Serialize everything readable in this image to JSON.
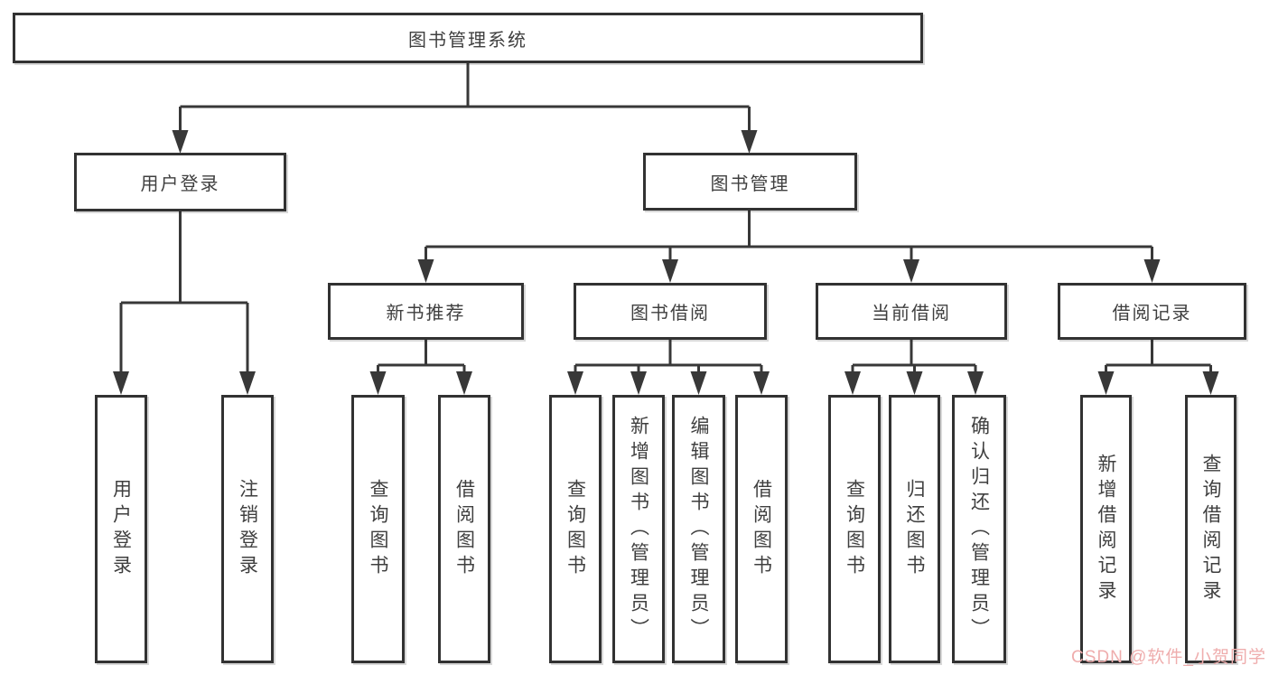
{
  "diagram": {
    "root": {
      "label": "图书管理系统"
    },
    "level2": {
      "user": {
        "label": "用户登录",
        "children": [
          {
            "label": "用户登录"
          },
          {
            "label": "注销登录"
          }
        ]
      },
      "books": {
        "label": "图书管理",
        "children": {
          "new_book": {
            "label": "新书推荐",
            "children": [
              {
                "label": "查询图书"
              },
              {
                "label": "借阅图书"
              }
            ]
          },
          "borrow": {
            "label": "图书借阅",
            "children": [
              {
                "label": "查询图书"
              },
              {
                "label": "新增图书（管理员）"
              },
              {
                "label": "编辑图书（管理员）"
              },
              {
                "label": "借阅图书"
              }
            ]
          },
          "current": {
            "label": "当前借阅",
            "children": [
              {
                "label": "查询图书"
              },
              {
                "label": "归还图书"
              },
              {
                "label": "确认归还（管理员）"
              }
            ]
          },
          "records": {
            "label": "借阅记录",
            "children": [
              {
                "label": "新增借阅记录"
              },
              {
                "label": "查询借阅记录"
              }
            ]
          }
        }
      }
    }
  },
  "watermark": {
    "text": "CSDN @软件_小贺同学",
    "color": "#efadad"
  },
  "colors": {
    "line": "#383838",
    "arrow": "#383838",
    "box_border": "#323232",
    "box_fill": "#ffffff",
    "text": "#3f3f3f",
    "background": "#ffffff"
  }
}
